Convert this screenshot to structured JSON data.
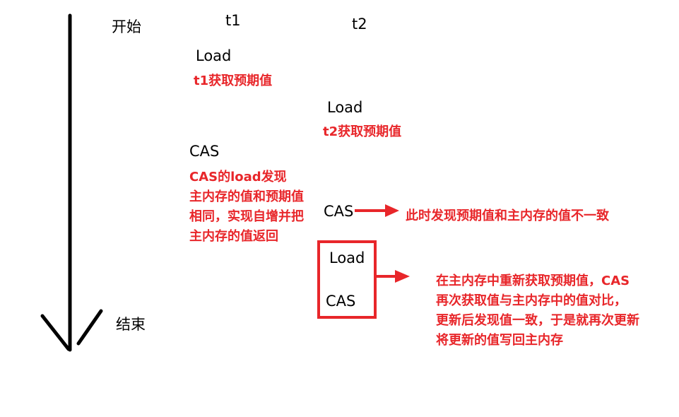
{
  "timeline": {
    "start": "开始",
    "end": "结束"
  },
  "columns": {
    "t1": "t1",
    "t2": "t2"
  },
  "steps": {
    "t1_load": "Load",
    "t1_load_note": "t1获取预期值",
    "t2_load": "Load",
    "t2_load_note": "t2获取预期值",
    "t1_cas": "CAS",
    "t1_cas_note_lines": [
      "CAS的load发现",
      "主内存的值和预期值",
      "相同，实现自增并把",
      "主内存的值返回"
    ],
    "t2_cas": "CAS",
    "t2_cas_note": "此时发现预期值和主内存的值不一致",
    "retry_load": "Load",
    "retry_cas": "CAS",
    "retry_note_lines": [
      "在主内存中重新获取预期值，CAS",
      "再次获取值与主内存中的值对比，",
      "更新后发现值一致，于是就再次更新",
      "将更新的值写回主内存"
    ]
  },
  "colors": {
    "annotation": "#e8262a",
    "line": "#000000",
    "box": "#e8262a"
  }
}
